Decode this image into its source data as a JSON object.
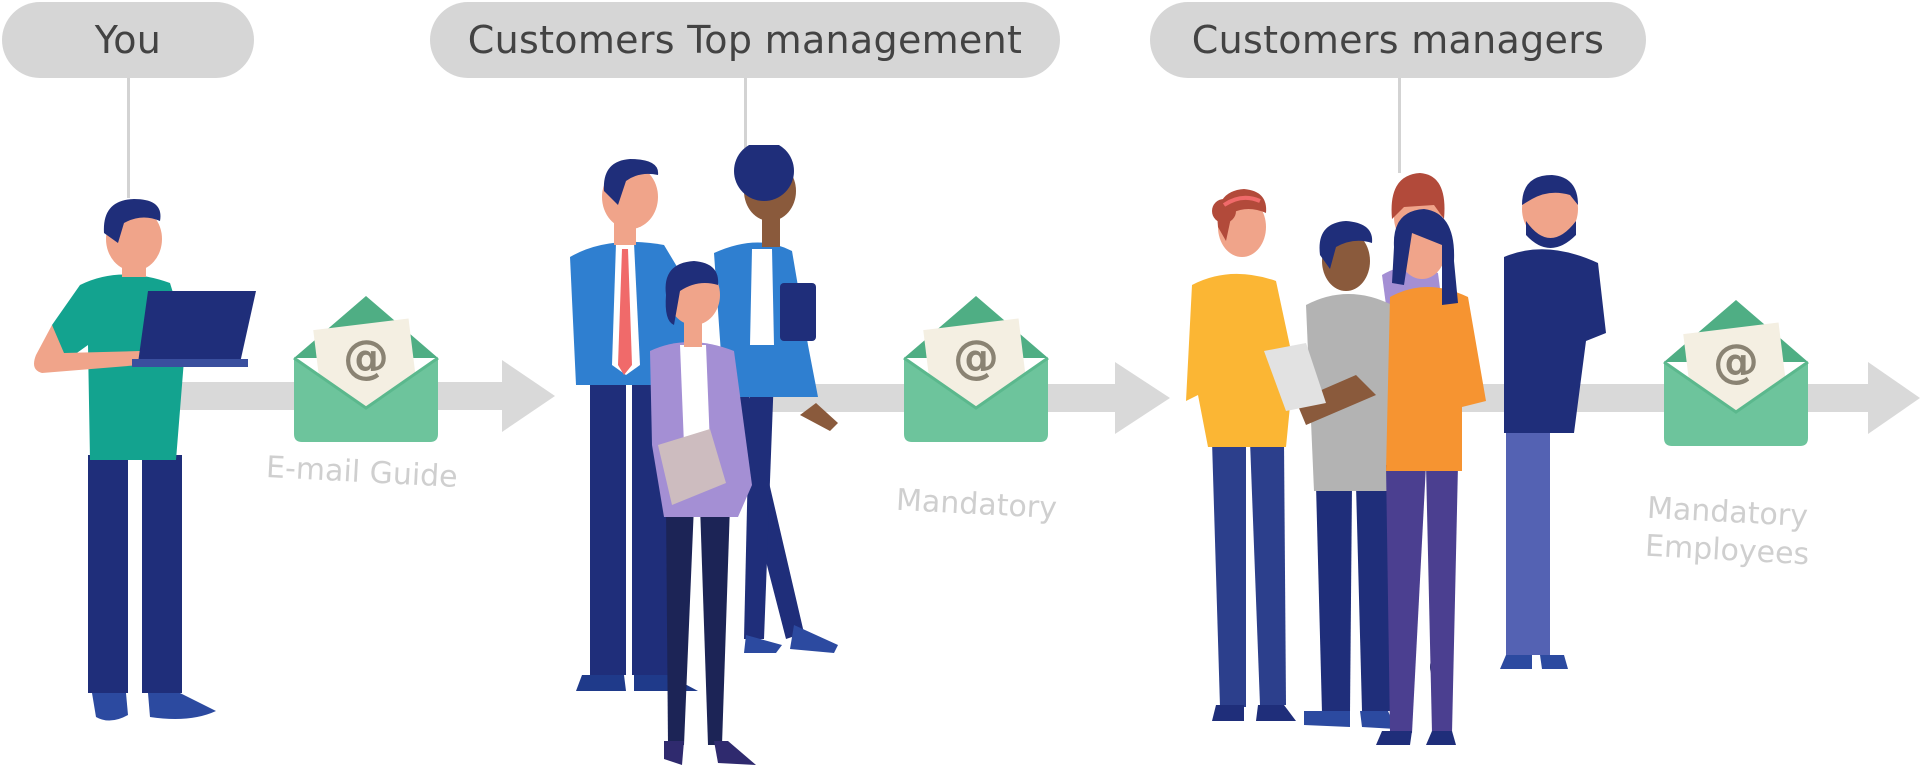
{
  "stages": [
    {
      "label": "You",
      "caption_lines": [
        "E-mail Guide"
      ]
    },
    {
      "label": "Customers Top management",
      "caption_lines": [
        "Mandatory"
      ]
    },
    {
      "label": "Customers managers",
      "caption_lines": [
        "Mandatory",
        "Employees"
      ]
    }
  ],
  "envelope_symbol": "@",
  "colors": {
    "pill": "#d6d6d6",
    "pill_text": "#434343",
    "arrow": "#d9d9d9",
    "envelope_green": "#6dc49c",
    "envelope_dark": "#4fae84",
    "letter": "#f4efe2",
    "caption": "#cfcfcf",
    "navy": "#1f2e7a",
    "skin": "#f0a48a"
  },
  "icons": [
    "laptop-icon",
    "envelope-icon",
    "arrow-right-icon",
    "clipboard-icon",
    "tablet-icon"
  ]
}
